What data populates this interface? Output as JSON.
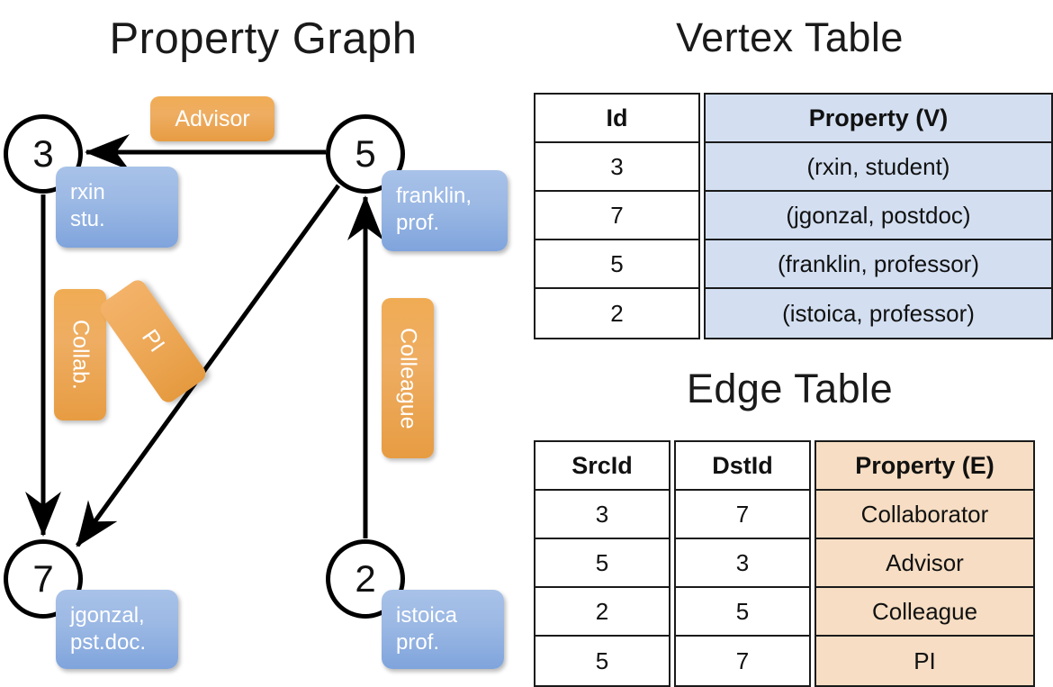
{
  "titles": {
    "property_graph": "Property Graph",
    "vertex_table": "Vertex Table",
    "edge_table": "Edge Table"
  },
  "graph": {
    "nodes": [
      {
        "id": "3",
        "label": "3",
        "property_line1": "rxin",
        "property_line2": "stu."
      },
      {
        "id": "5",
        "label": "5",
        "property_line1": "franklin,",
        "property_line2": "prof."
      },
      {
        "id": "7",
        "label": "7",
        "property_line1": "jgonzal,",
        "property_line2": "pst.doc."
      },
      {
        "id": "2",
        "label": "2",
        "property_line1": "istoica",
        "property_line2": "prof."
      }
    ],
    "edge_labels": {
      "advisor": "Advisor",
      "collab": "Collab.",
      "pi": "PI",
      "colleague": "Colleague"
    }
  },
  "vertex_table": {
    "headers": [
      "Id",
      "Property (V)"
    ],
    "rows": [
      {
        "id": "3",
        "property": "(rxin, student)"
      },
      {
        "id": "7",
        "property": "(jgonzal, postdoc)"
      },
      {
        "id": "5",
        "property": "(franklin, professor)"
      },
      {
        "id": "2",
        "property": "(istoica, professor)"
      }
    ]
  },
  "edge_table": {
    "headers": [
      "SrcId",
      "DstId",
      "Property (E)"
    ],
    "rows": [
      {
        "src": "3",
        "dst": "7",
        "property": "Collaborator"
      },
      {
        "src": "5",
        "dst": "3",
        "property": "Advisor"
      },
      {
        "src": "2",
        "dst": "5",
        "property": "Colleague"
      },
      {
        "src": "5",
        "dst": "7",
        "property": "PI"
      }
    ]
  },
  "colors": {
    "vertex_property_fill": "#d3dff1",
    "edge_property_fill": "#f6ddc3",
    "vertex_box_blue": "#9bb8e4",
    "edge_label_orange": "#eead62",
    "stroke": "#000000"
  }
}
